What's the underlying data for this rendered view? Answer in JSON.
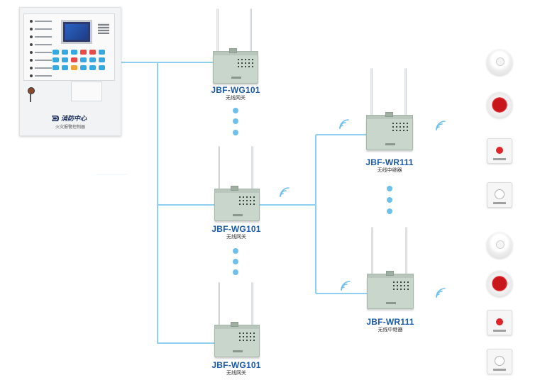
{
  "panel": {
    "brand": "消防中心",
    "caption": "火灾报警控制器"
  },
  "gateways": [
    {
      "model": "JBF-WG101",
      "desc": "无线网关"
    },
    {
      "model": "JBF-WG101",
      "desc": "无线网关"
    },
    {
      "model": "JBF-WG101",
      "desc": "无线网关"
    }
  ],
  "repeaters": [
    {
      "model": "JBF-WR111",
      "desc": "无线中继器"
    },
    {
      "model": "JBF-WR111",
      "desc": "无线中继器"
    }
  ],
  "terminals": [
    "smoke-detector-icon",
    "sounder-icon",
    "call-point-icon",
    "hydrant-button-icon",
    "smoke-detector-icon",
    "sounder-icon",
    "call-point-icon",
    "hydrant-button-icon"
  ],
  "colors": {
    "wire": "#8fd0f0",
    "label": "#1a5aa8",
    "dot": "#6ec0ec"
  }
}
